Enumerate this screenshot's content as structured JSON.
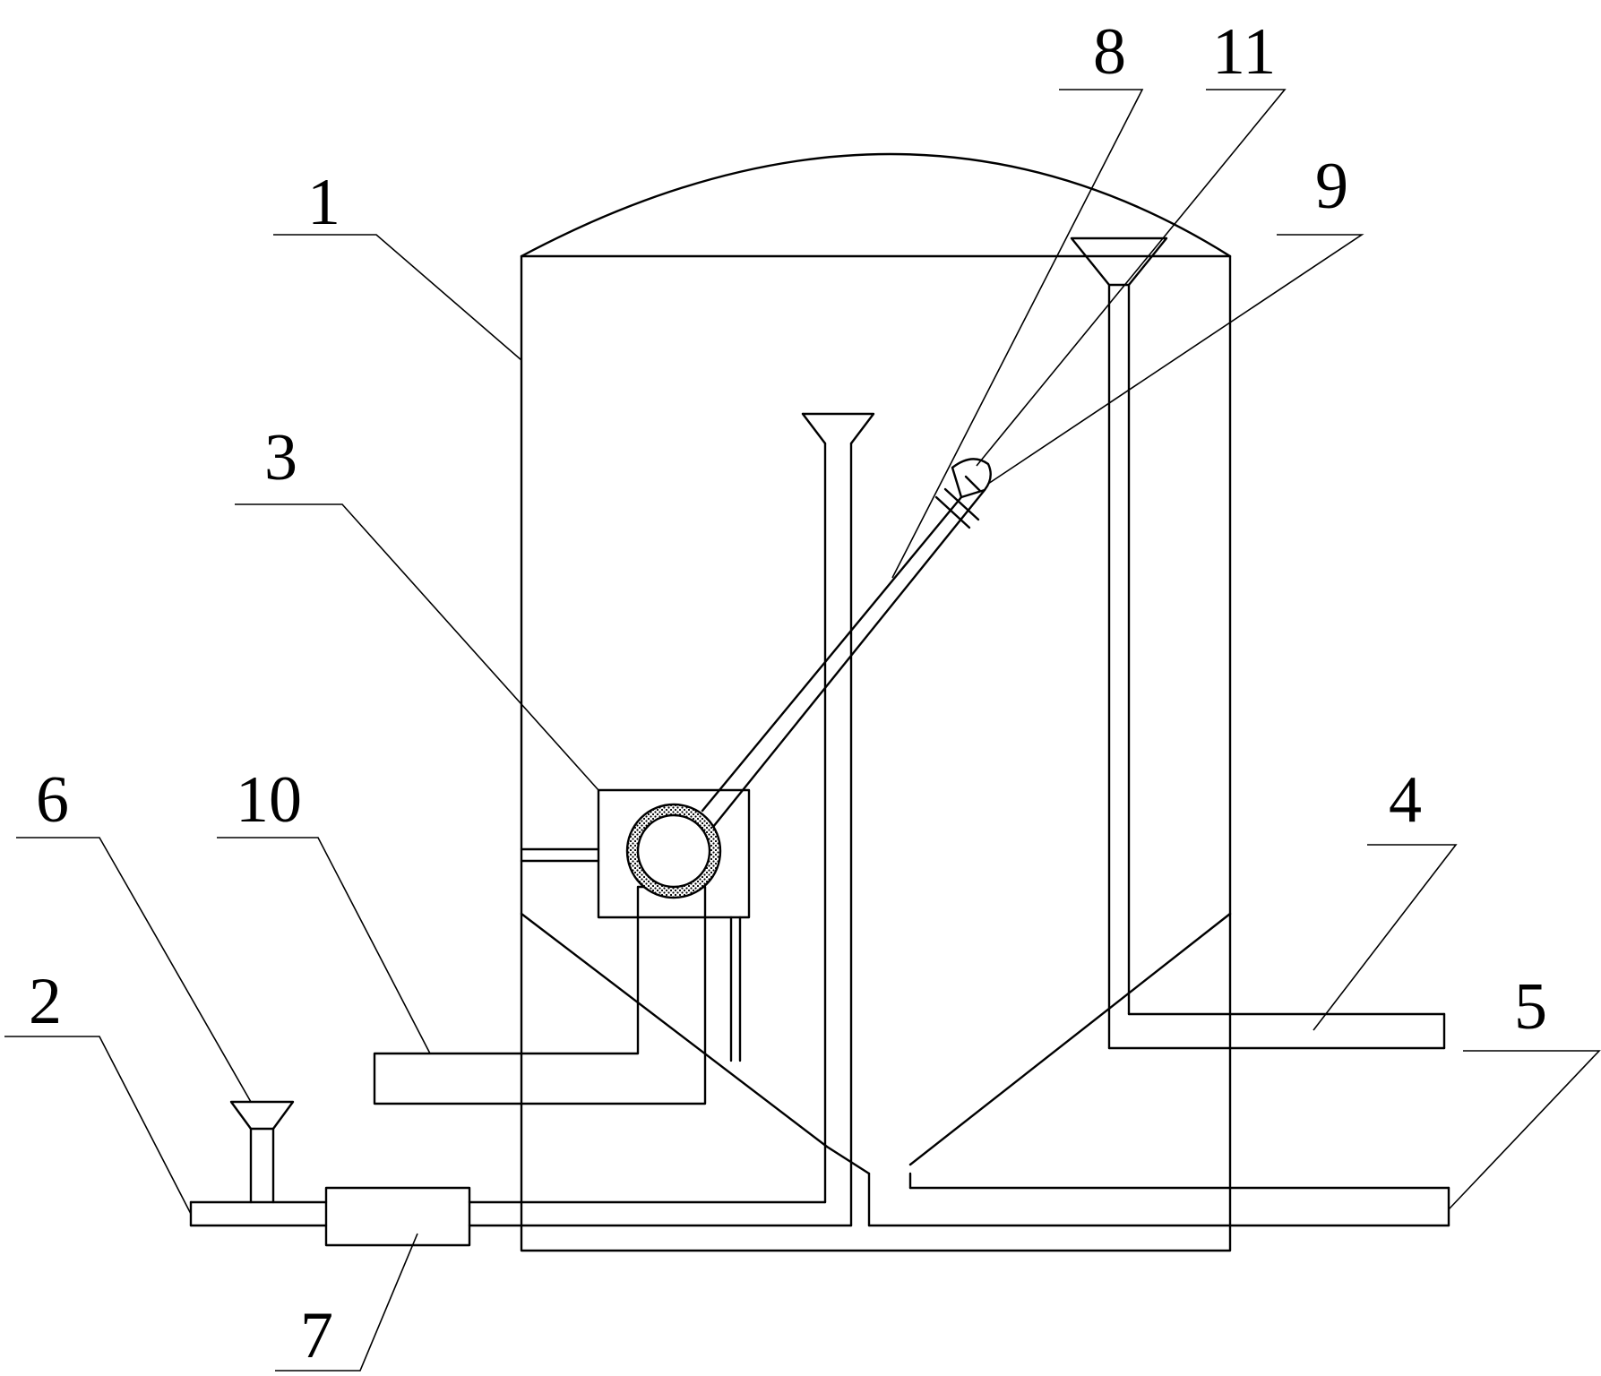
{
  "diagram": {
    "labels": [
      {
        "id": "label-1",
        "text": "1"
      },
      {
        "id": "label-2",
        "text": "2"
      },
      {
        "id": "label-3",
        "text": "3"
      },
      {
        "id": "label-4",
        "text": "4"
      },
      {
        "id": "label-5",
        "text": "5"
      },
      {
        "id": "label-6",
        "text": "6"
      },
      {
        "id": "label-7",
        "text": "7"
      },
      {
        "id": "label-8",
        "text": "8"
      },
      {
        "id": "label-9",
        "text": "9"
      },
      {
        "id": "label-10",
        "text": "10"
      },
      {
        "id": "label-11",
        "text": "11"
      }
    ]
  }
}
